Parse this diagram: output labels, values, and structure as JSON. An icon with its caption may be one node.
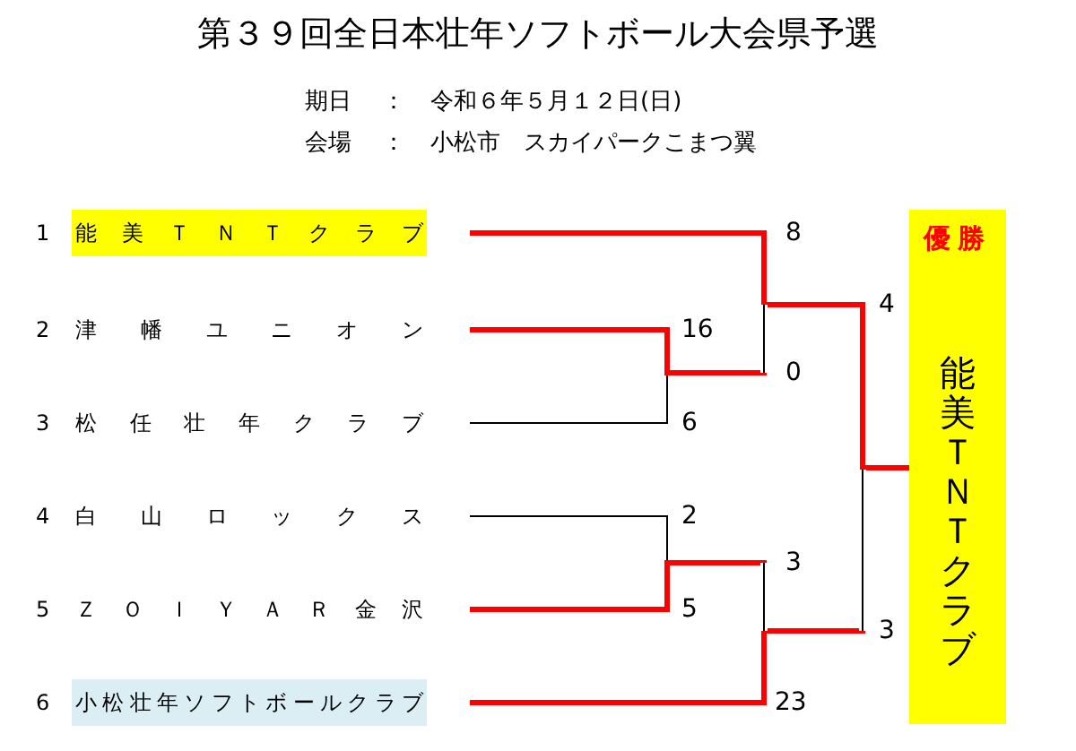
{
  "diagram": {
    "title": "第３９回全日本壮年ソフトボール大会県予選",
    "nodes": [
      {
        "text": [
          "能美ＴＮＴクラブ"
        ]
      },
      {
        "text": [
          "津幡ユニオン"
        ]
      },
      {
        "text": [
          "松任壮年クラブ"
        ]
      },
      {
        "text": [
          "白山ロックス"
        ]
      },
      {
        "text": [
          "ＺＯＩＹＡＲ金沢"
        ]
      },
      {
        "text": [
          "小松壮年ソフトボールクラブ"
        ]
      },
      {
        "text": [
          "優勝",
          "能美ＴＮＴクラブ"
        ]
      }
    ],
    "edges": [
      {
        "from": 0,
        "to": 6,
        "arrow": "none"
      },
      {
        "from": 1,
        "to": 6,
        "arrow": "none"
      },
      {
        "from": 2,
        "to": 6,
        "arrow": "none",
        "color": "#000000"
      },
      {
        "from": 3,
        "to": 6,
        "arrow": "none",
        "color": "#000000"
      },
      {
        "from": 4,
        "to": 6,
        "arrow": "none"
      },
      {
        "from": 5,
        "to": 6,
        "arrow": "none"
      }
    ],
    "labels": [
      "期日",
      "：",
      "令和６年５月１２日(日)",
      "会場",
      "：",
      "小松市　スカイパークこまつ翼",
      "1",
      "8",
      "4",
      "2",
      "16",
      "0",
      "3",
      "6",
      "4",
      "2",
      "3",
      "5",
      "5",
      "3",
      "6",
      "23"
    ]
  }
}
